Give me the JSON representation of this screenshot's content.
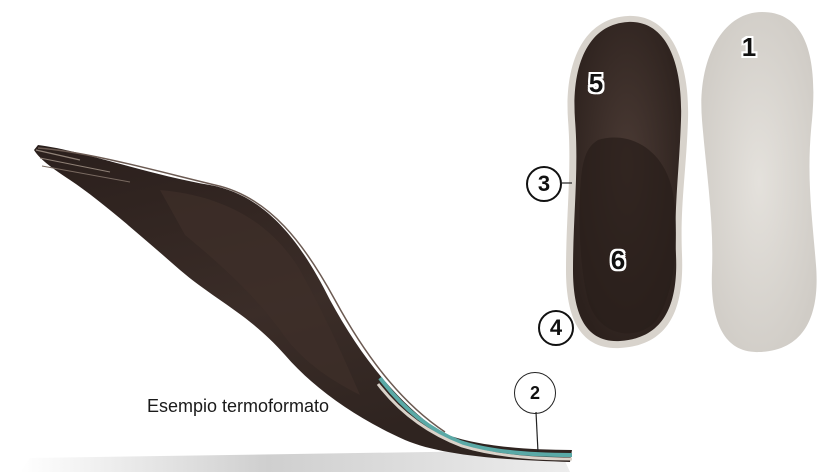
{
  "caption": "Esempio termoformato",
  "callouts": {
    "c1": "1",
    "c2": "2",
    "c3": "3",
    "c4": "4",
    "c5": "5",
    "c6": "6"
  }
}
